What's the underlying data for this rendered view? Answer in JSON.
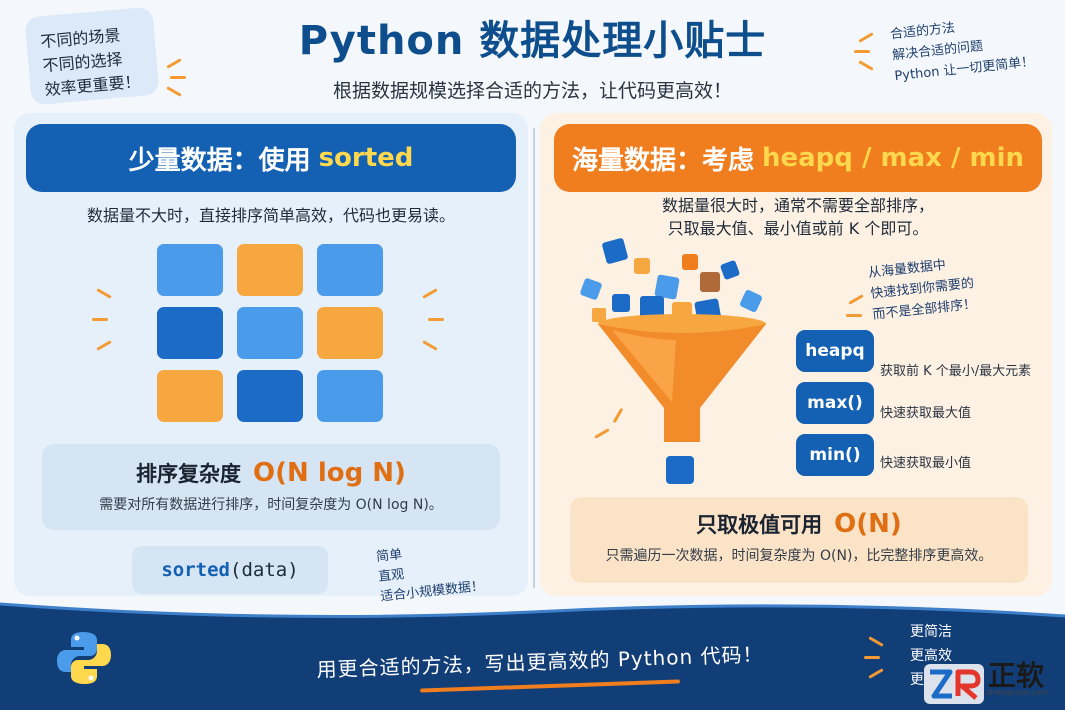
{
  "header": {
    "title": "Python 数据处理小贴士",
    "subtitle": "根据数据规模选择合适的方法，让代码更高效！"
  },
  "notes": {
    "top_left": [
      "不同的场景",
      "不同的选择",
      "效率更重要！"
    ],
    "top_right": [
      "合适的方法",
      "解决合适的问题",
      "Python 让一切更简单！"
    ],
    "left_bottom": [
      "简单",
      "直观",
      "适合小规模数据！"
    ],
    "right_middle": [
      "从海量数据中",
      "快速找到你需要的",
      "而不是全部排序！"
    ],
    "footer_right": [
      "更简洁",
      "更高效",
      "更"
    ]
  },
  "left_panel": {
    "header_prefix": "少量数据：使用",
    "header_highlight": "sorted",
    "description": "数据量不大时，直接排序简单高效，代码也更易读。",
    "grid_colors": [
      "blue",
      "orange",
      "blue",
      "dblue",
      "blue",
      "orange",
      "orange",
      "dblue",
      "blue"
    ],
    "complexity_label": "排序复杂度",
    "complexity_value": "O(N log N)",
    "complexity_desc": "需要对所有数据进行排序，时间复杂度为 O(N log N)。",
    "code_fn": "sorted",
    "code_args": "(data)"
  },
  "right_panel": {
    "header_prefix": "海量数据：考虑",
    "header_highlight": "heapq / max / min",
    "description": [
      "数据量很大时，通常不需要全部排序，",
      "只取最大值、最小值或前 K 个即可。"
    ],
    "methods": [
      {
        "label": "heapq",
        "desc": "获取前 K 个最小/最大元素"
      },
      {
        "label": "max()",
        "desc": "快速获取最大值"
      },
      {
        "label": "min()",
        "desc": "快速获取最小值"
      }
    ],
    "complexity_label": "只取极值可用",
    "complexity_value": "O(N)",
    "complexity_desc": "只需遍历一次数据，时间复杂度为 O(N)，比完整排序更高效。"
  },
  "footer": {
    "slogan": "用更合适的方法，写出更高效的 Python 代码！",
    "logo_text": "正软",
    "logo_url": "zhengruan.com"
  },
  "colors": {
    "primary_blue": "#1460b2",
    "accent_orange": "#f07d1e",
    "highlight_yellow": "#ffd84d",
    "footer_navy": "#123e78"
  },
  "icons": {
    "python_logo": "python-logo-icon",
    "funnel": "funnel-icon",
    "brand": "zr-logo-icon"
  }
}
